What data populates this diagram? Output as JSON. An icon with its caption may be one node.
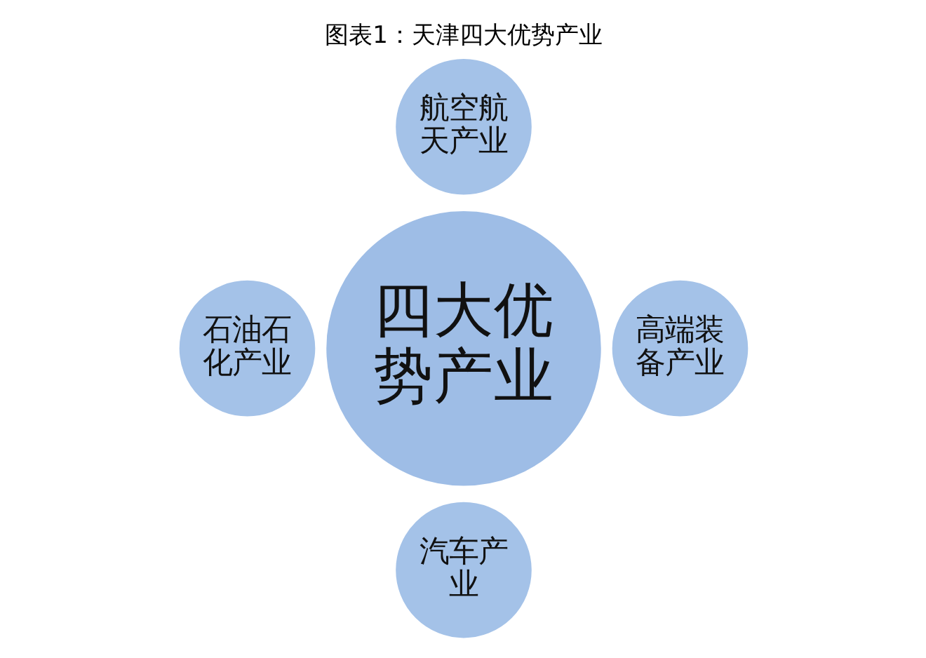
{
  "diagram": {
    "title": "图表1：天津四大优势产业",
    "nodes": [
      {
        "text": [
          "航空航天产业"
        ]
      },
      {
        "text": [
          "石油石化产业"
        ]
      },
      {
        "text": [
          "四大优势产业"
        ]
      },
      {
        "text": [
          "高端装备产业"
        ]
      },
      {
        "text": [
          "汽车产业"
        ]
      }
    ]
  }
}
